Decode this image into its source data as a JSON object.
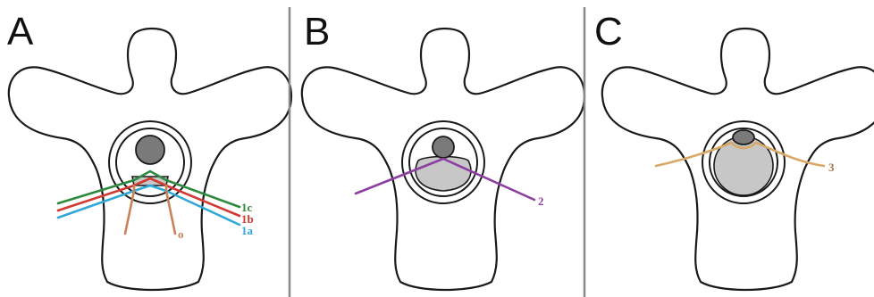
{
  "panels": [
    {
      "letter": "A",
      "routes": [
        {
          "label": "1c",
          "color": "#2e8a3e"
        },
        {
          "label": "1b",
          "color": "#d23a34"
        },
        {
          "label": "1a",
          "color": "#31a8d6"
        },
        {
          "label": "o",
          "color": "#c8825a"
        }
      ]
    },
    {
      "letter": "B",
      "routes": [
        {
          "label": "2",
          "color": "#8c3fa0"
        }
      ]
    },
    {
      "letter": "C",
      "routes": [
        {
          "label": "3",
          "color": "#d8a868"
        }
      ]
    }
  ],
  "colors": {
    "outline": "#1a1a1a",
    "cord": "#7a7a7a",
    "mass": "#c7c7c7",
    "divider": "#8a8a8a"
  }
}
